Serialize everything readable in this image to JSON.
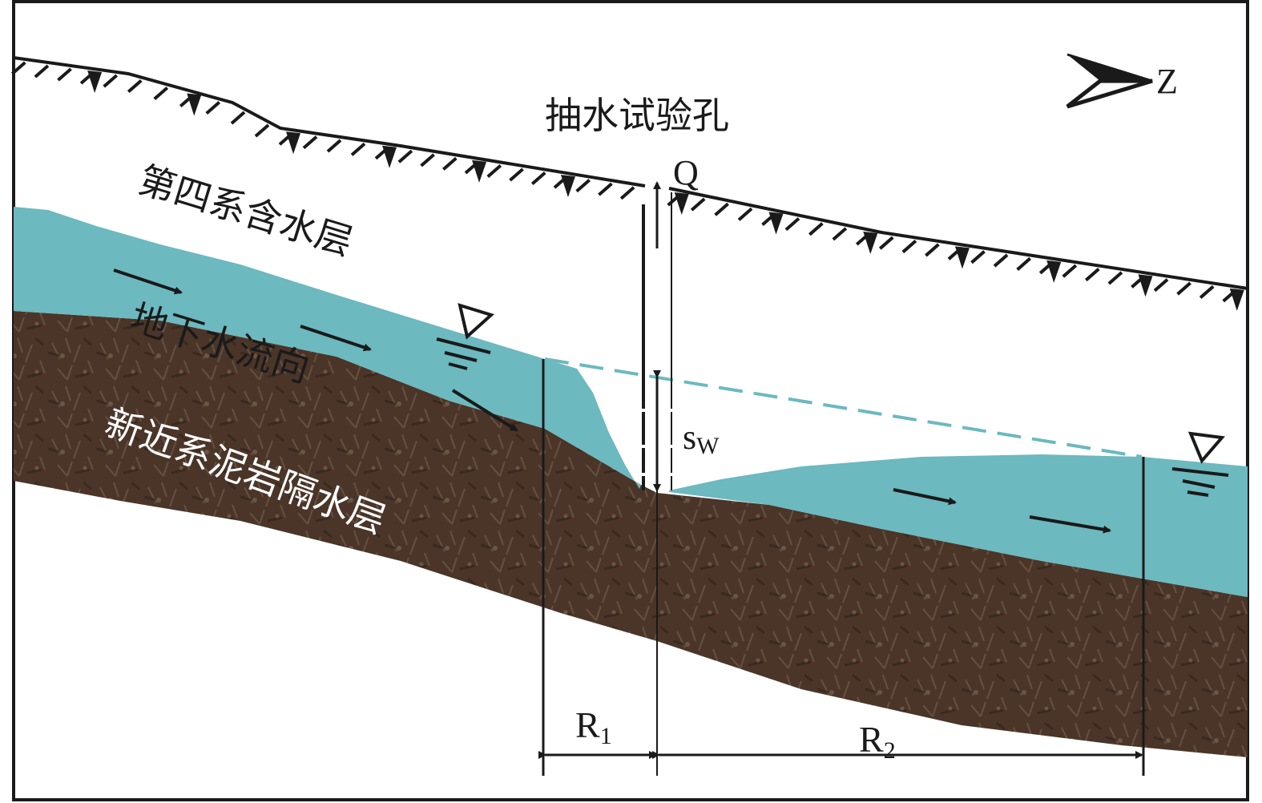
{
  "diagram": {
    "title_label": "抽水试验孔",
    "labels": {
      "quaternary_aquifer": "第四系含水层",
      "groundwater_flow": "地下水流向",
      "aquitard": "新近系泥岩隔水层",
      "discharge": "Q",
      "drawdown_main": "s",
      "drawdown_sub": "W",
      "radius1_main": "R",
      "radius1_sub": "1",
      "radius2_main": "R",
      "radius2_sub": "2",
      "north": "Z"
    },
    "icons": {
      "north_arrow": "north-arrow-icon",
      "water_table_left": "water-table-symbol-icon",
      "water_table_right": "water-table-symbol-icon"
    },
    "colors": {
      "aquifer_water": "#6cb9bf",
      "aquitard_rock": "#4a3528",
      "ink": "#1a1a1a",
      "dashed_static_level": "#6cb9bf"
    }
  }
}
